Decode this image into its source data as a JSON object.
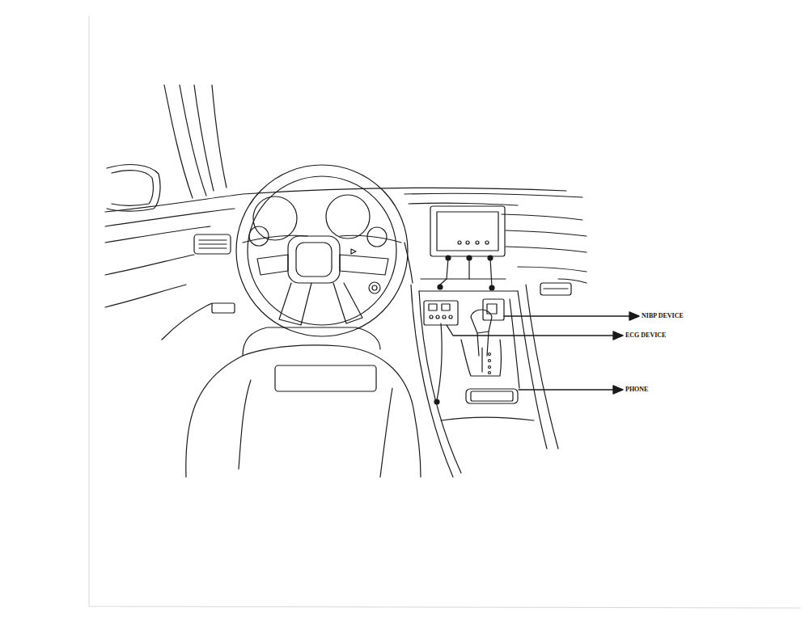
{
  "diagram": {
    "labels": [
      "NIBP DEVICE",
      "ECG DEVICE",
      "PHONE"
    ]
  }
}
